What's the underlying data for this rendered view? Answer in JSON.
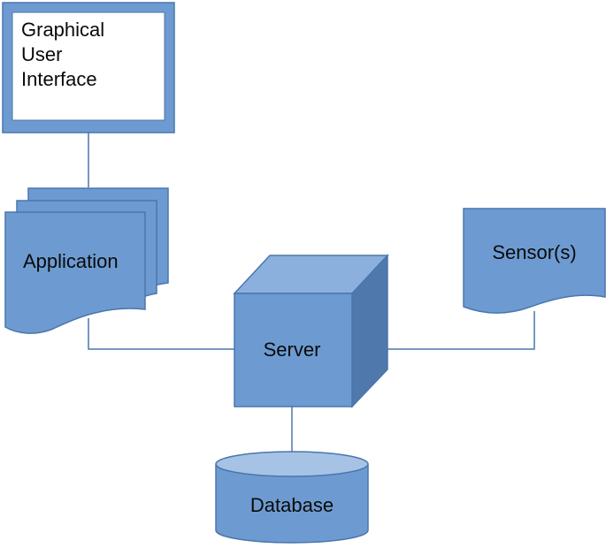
{
  "nodes": {
    "gui": {
      "lines": [
        "Graphical",
        "User",
        "Interface"
      ]
    },
    "application": {
      "label": "Application"
    },
    "server": {
      "label": "Server"
    },
    "sensors": {
      "label": "Sensor(s)"
    },
    "database": {
      "label": "Database"
    }
  },
  "colors": {
    "fill": "#6d9bd1",
    "stroke": "#4a76ad",
    "cube_top": "#8cb0dd",
    "cube_side": "#4f78ac",
    "db_top": "#a6c3e6",
    "connector": "#4a76ad",
    "gui_inner": "#ffffff"
  }
}
